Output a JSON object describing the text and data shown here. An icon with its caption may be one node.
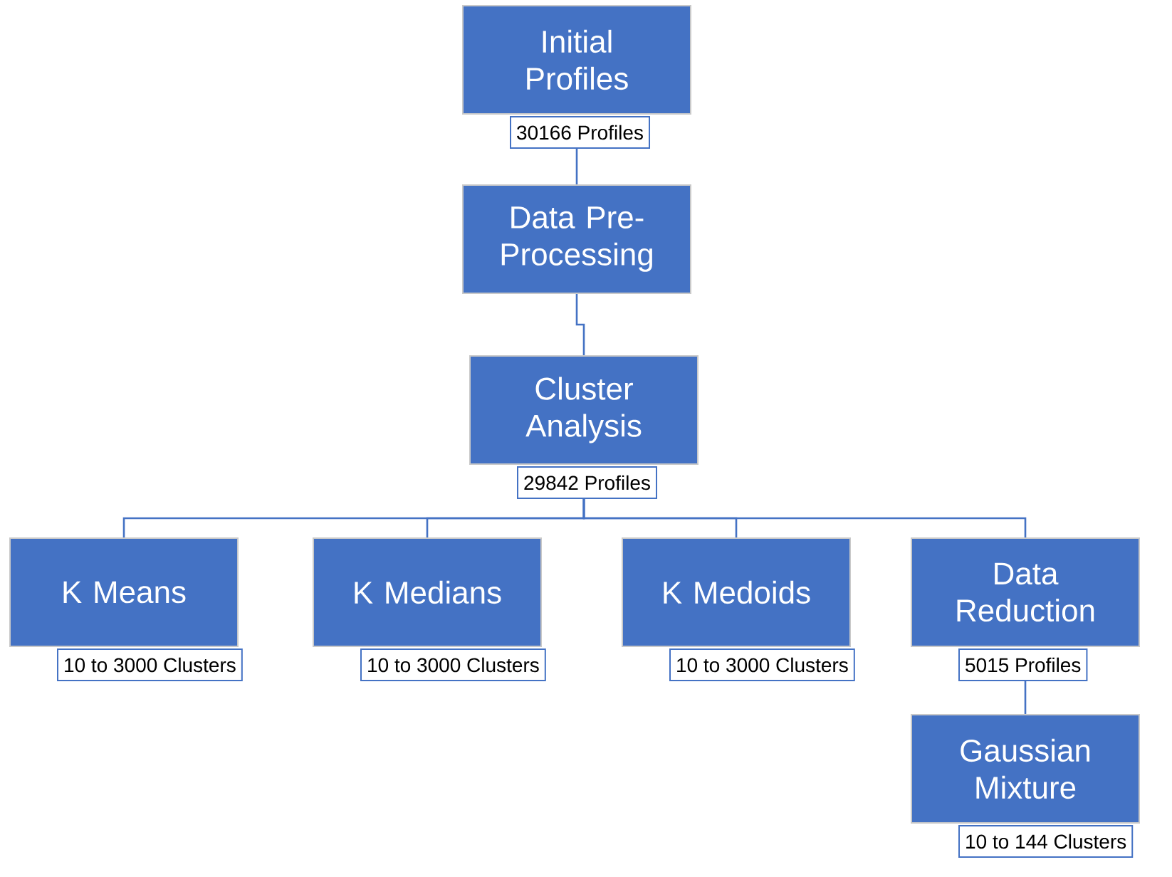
{
  "diagram": {
    "nodes": [
      {
        "text": [
          "Initial Profiles"
        ],
        "beside": [
          "30166 Profiles"
        ]
      },
      {
        "text": [
          "Data Pre-Processing"
        ]
      },
      {
        "text": [
          "Cluster Analysis"
        ],
        "beside": [
          "29842 Profiles"
        ]
      },
      {
        "text": [
          "K Means"
        ],
        "beside": [
          "10 to 3000 Clusters"
        ]
      },
      {
        "text": [
          "K Medians"
        ],
        "beside": [
          "10 to 3000 Clusters"
        ]
      },
      {
        "text": [
          "K Medoids"
        ],
        "beside": [
          "10 to 3000 Clusters"
        ]
      },
      {
        "text": [
          "Data Reduction"
        ],
        "beside": [
          "5015 Profiles"
        ]
      },
      {
        "text": [
          "Gaussian Mixture"
        ],
        "beside": [
          "10 to 144 Clusters"
        ]
      }
    ],
    "edges": [
      {
        "from": 0,
        "to": 1,
        "arrow": "none"
      },
      {
        "from": 1,
        "to": 2,
        "arrow": "none"
      },
      {
        "from": 2,
        "to": 3,
        "arrow": "none"
      },
      {
        "from": 2,
        "to": 4,
        "arrow": "none"
      },
      {
        "from": 2,
        "to": 5,
        "arrow": "none"
      },
      {
        "from": 2,
        "to": 6,
        "arrow": "none"
      },
      {
        "from": 6,
        "to": 7,
        "arrow": "none"
      }
    ]
  }
}
